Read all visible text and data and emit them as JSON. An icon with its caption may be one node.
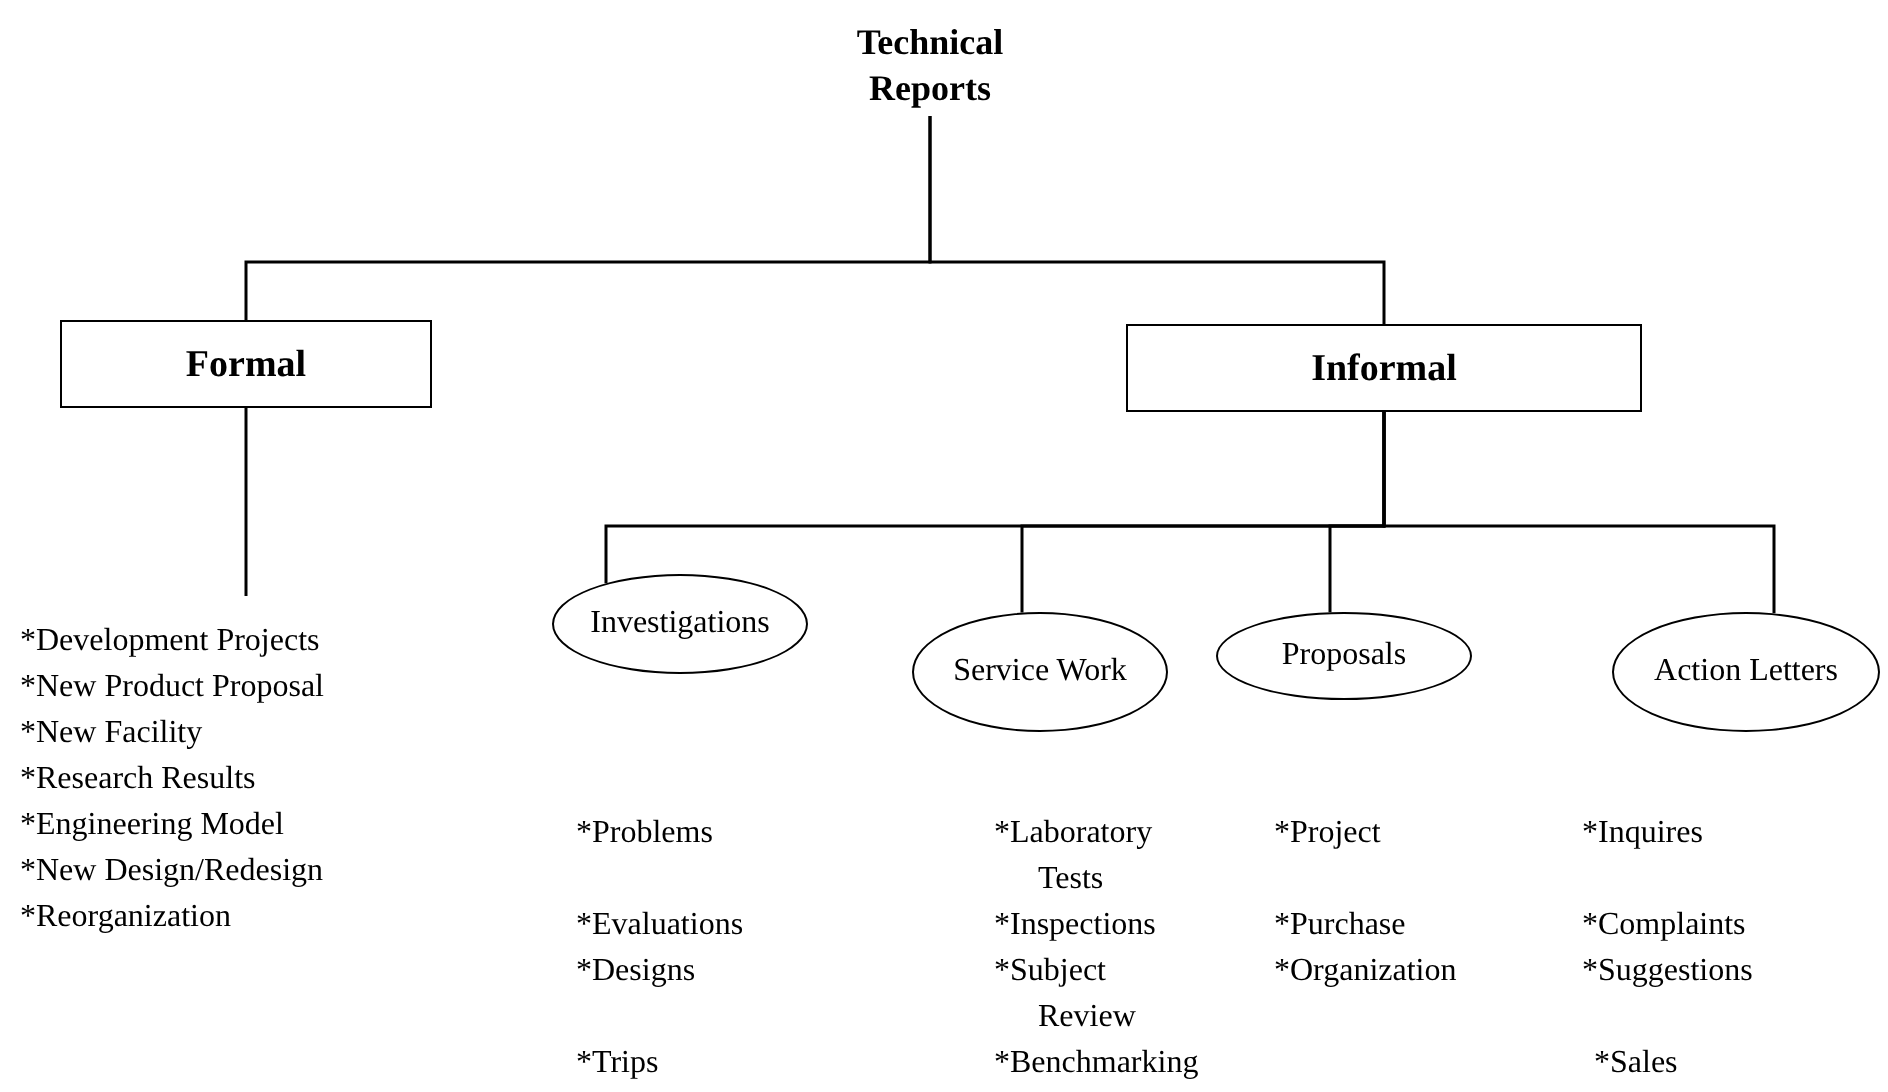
{
  "diagram": {
    "nodes": [
      {
        "text": [
          "Technical Reports"
        ]
      },
      {
        "text": [
          "Formal"
        ]
      },
      {
        "text": [
          "Informal"
        ]
      },
      {
        "text": [
          "*Development Projects",
          "*New Product Proposal",
          "*New Facility",
          "*Research Results",
          "*Engineering Model",
          "*New Design/Redesign",
          "*Reorganization"
        ]
      },
      {
        "text": [
          "Investigations"
        ]
      },
      {
        "text": [
          "Service Work"
        ]
      },
      {
        "text": [
          "Proposals"
        ]
      },
      {
        "text": [
          "Action Letters"
        ]
      }
    ],
    "edges": [
      {
        "from": 0,
        "to": 1,
        "arrow": "none"
      },
      {
        "from": 0,
        "to": 2,
        "arrow": "none"
      },
      {
        "from": 1,
        "to": 3,
        "arrow": "none"
      },
      {
        "from": 2,
        "to": 4,
        "arrow": "none"
      },
      {
        "from": 2,
        "to": 5,
        "arrow": "none"
      },
      {
        "from": 2,
        "to": 6,
        "arrow": "none"
      },
      {
        "from": 2,
        "to": 7,
        "arrow": "none"
      }
    ],
    "labels": [
      "*Problems",
      "*Evaluations",
      "*Designs",
      "*Trips",
      "*Laboratory Tests",
      "*Inspections",
      "*Subject Review",
      "*Benchmarking",
      "*Project",
      "*Purchase",
      "*Organization",
      "*Inquires",
      "*Complaints",
      "*Suggestions",
      "*Sales"
    ]
  }
}
